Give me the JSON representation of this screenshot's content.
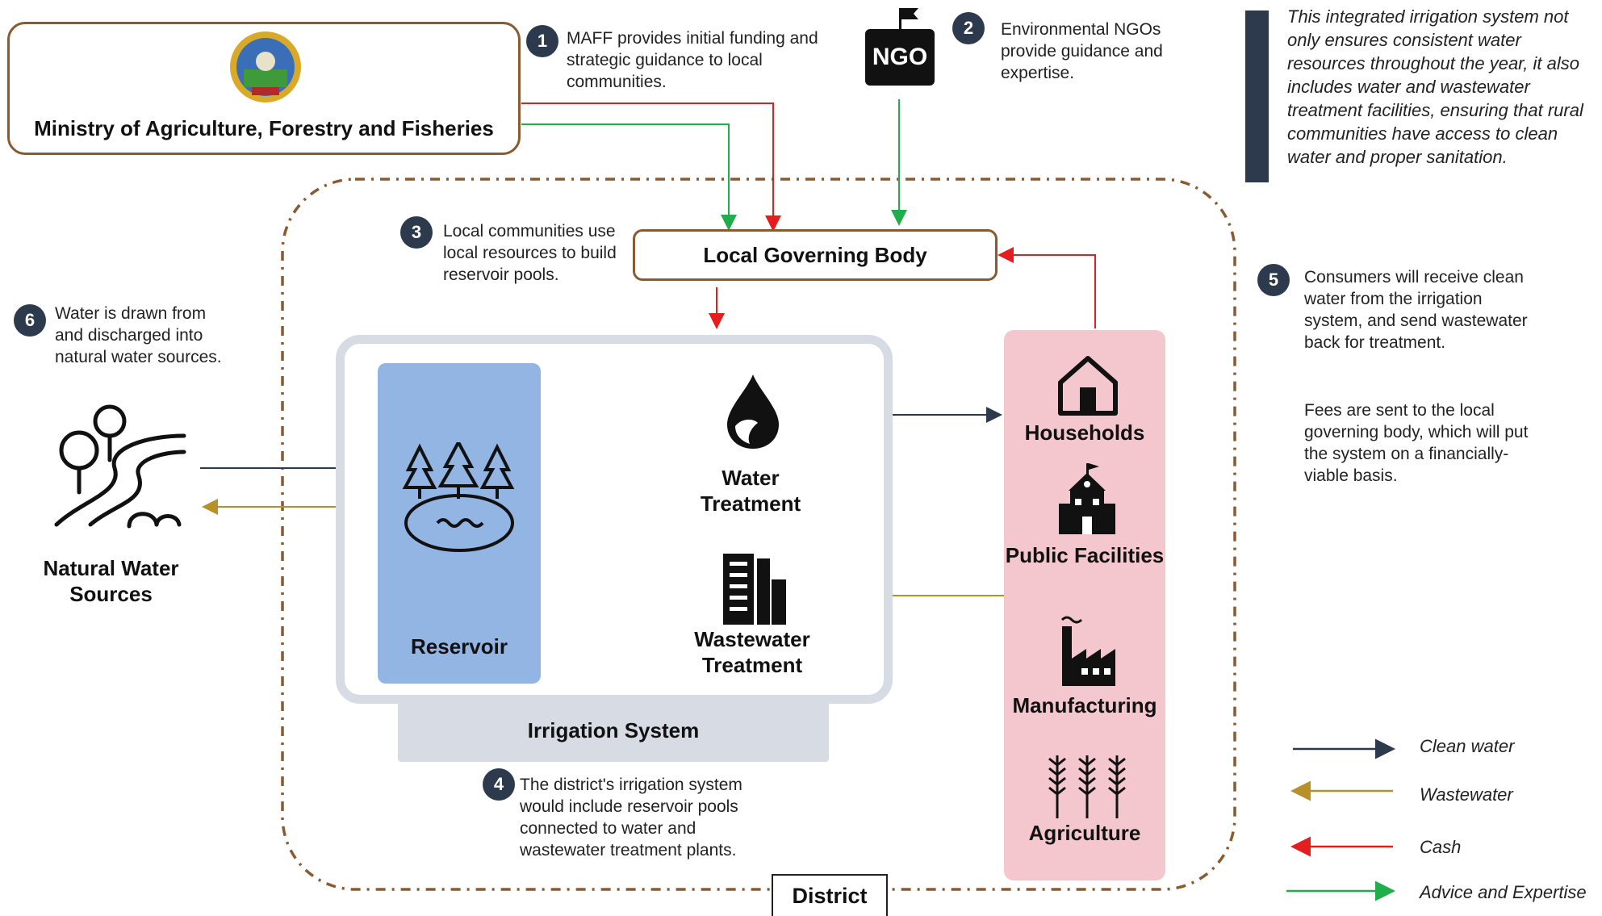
{
  "maff": {
    "title": "Ministry of Agriculture, Forestry and Fisheries"
  },
  "ngo": {
    "logo_text": "NGO"
  },
  "local_governing_body": "Local Governing Body",
  "steps": [
    {
      "num": "1",
      "text": "MAFF provides initial funding and strategic guidance to local communities."
    },
    {
      "num": "2",
      "text": "Environmental NGOs provide guidance and expertise."
    },
    {
      "num": "3",
      "text": "Local communities use local resources to build reservoir pools."
    },
    {
      "num": "4",
      "text": "The district's irrigation system would include reservoir pools connected to water and wastewater treatment plants."
    },
    {
      "num": "5",
      "text": "Consumers will receive clean water from the irrigation system, and send wastewater back for treatment.",
      "text2": "Fees are sent to the local governing body, which will put the system on a financially-viable basis."
    },
    {
      "num": "6",
      "text": "Water is drawn from and discharged into natural water sources."
    }
  ],
  "nodes": {
    "natural_water_sources": "Natural Water Sources",
    "reservoir": "Reservoir",
    "water_treatment": "Water Treatment",
    "wastewater_treatment": "Wastewater Treatment",
    "irrigation_system": "Irrigation System",
    "district": "District"
  },
  "consumers": [
    "Households",
    "Public Facilities",
    "Manufacturing",
    "Agriculture"
  ],
  "sidebar_note": "This integrated irrigation system not only ensures consistent water resources throughout the year, it also includes water and wastewater treatment facilities, ensuring that rural communities have access to clean water and proper sanitation.",
  "legend": [
    {
      "label": "Clean water",
      "color": "#2d3a4e"
    },
    {
      "label": "Wastewater",
      "color": "#b8902a"
    },
    {
      "label": "Cash",
      "color": "#e41e1e"
    },
    {
      "label": "Advice and Expertise",
      "color": "#1fae4b"
    }
  ],
  "colors": {
    "clean": "#2d3a4e",
    "waste": "#b8902a",
    "cash": "#e41e1e",
    "advice": "#1fae4b",
    "brown": "#8a5a30",
    "irrigation": "#d6dbe4",
    "reservoir": "#93b5e3",
    "consumers": "#f4c6cd"
  }
}
